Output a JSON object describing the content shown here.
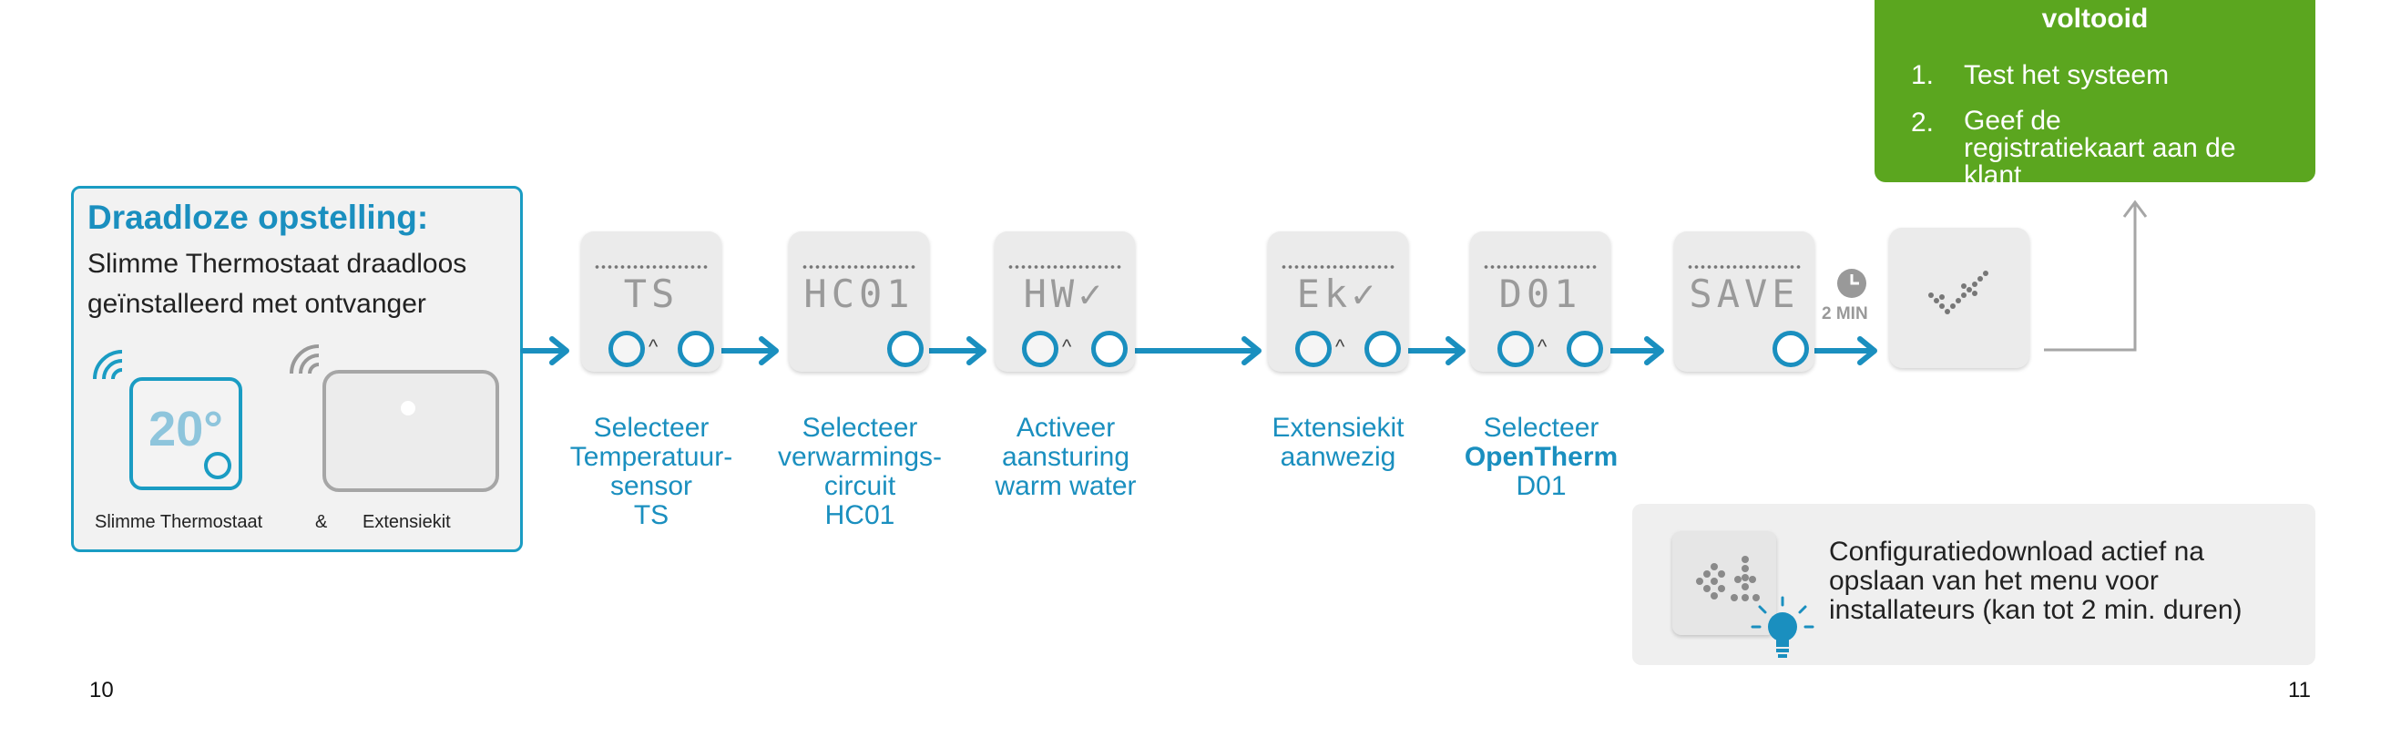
{
  "green_box": {
    "title": "voltooid",
    "steps": [
      {
        "num": "1.",
        "text": "Test het systeem"
      },
      {
        "num": "2.",
        "text": "Geef de registratiekaart aan de klant"
      }
    ]
  },
  "setup": {
    "title": "Draadloze opstelling:",
    "description": "Slimme Thermostaat draadloos geïnstalleerd met ontvanger",
    "thermostat_temp": "20°",
    "caption_thermostat": "Slimme Thermostaat",
    "caption_amp": "&",
    "caption_extension": "Extensiekit"
  },
  "steps": [
    {
      "display": "TS",
      "label_lines": [
        "Selecteer",
        "Temperatuur-",
        "sensor",
        "TS"
      ]
    },
    {
      "display": "HC01",
      "label_lines": [
        "Selecteer",
        "verwarmings-",
        "circuit",
        "HC01"
      ]
    },
    {
      "display": "HW✓",
      "label_lines": [
        "Activeer",
        "aansturing",
        "warm water"
      ]
    },
    {
      "display": "Ek✓",
      "label_lines": [
        "Extensiekit",
        "aanwezig"
      ]
    },
    {
      "display": "D01",
      "label_lines": [
        "Selecteer",
        "OpenTherm",
        "D01"
      ]
    },
    {
      "display": "SAVE",
      "label_lines": []
    },
    {
      "display": "✓",
      "label_lines": []
    }
  ],
  "timer_label": "2 MIN",
  "tip": {
    "text": "Configuratiedownload actief na opslaan van het menu voor installateurs (kan tot 2 min. duren)",
    "icon": "lightbulb-icon"
  },
  "page_left": "10",
  "page_right": "11",
  "colors": {
    "accent": "#1a8fbf",
    "green": "#5ba61f",
    "tip_bg": "#efefef"
  }
}
